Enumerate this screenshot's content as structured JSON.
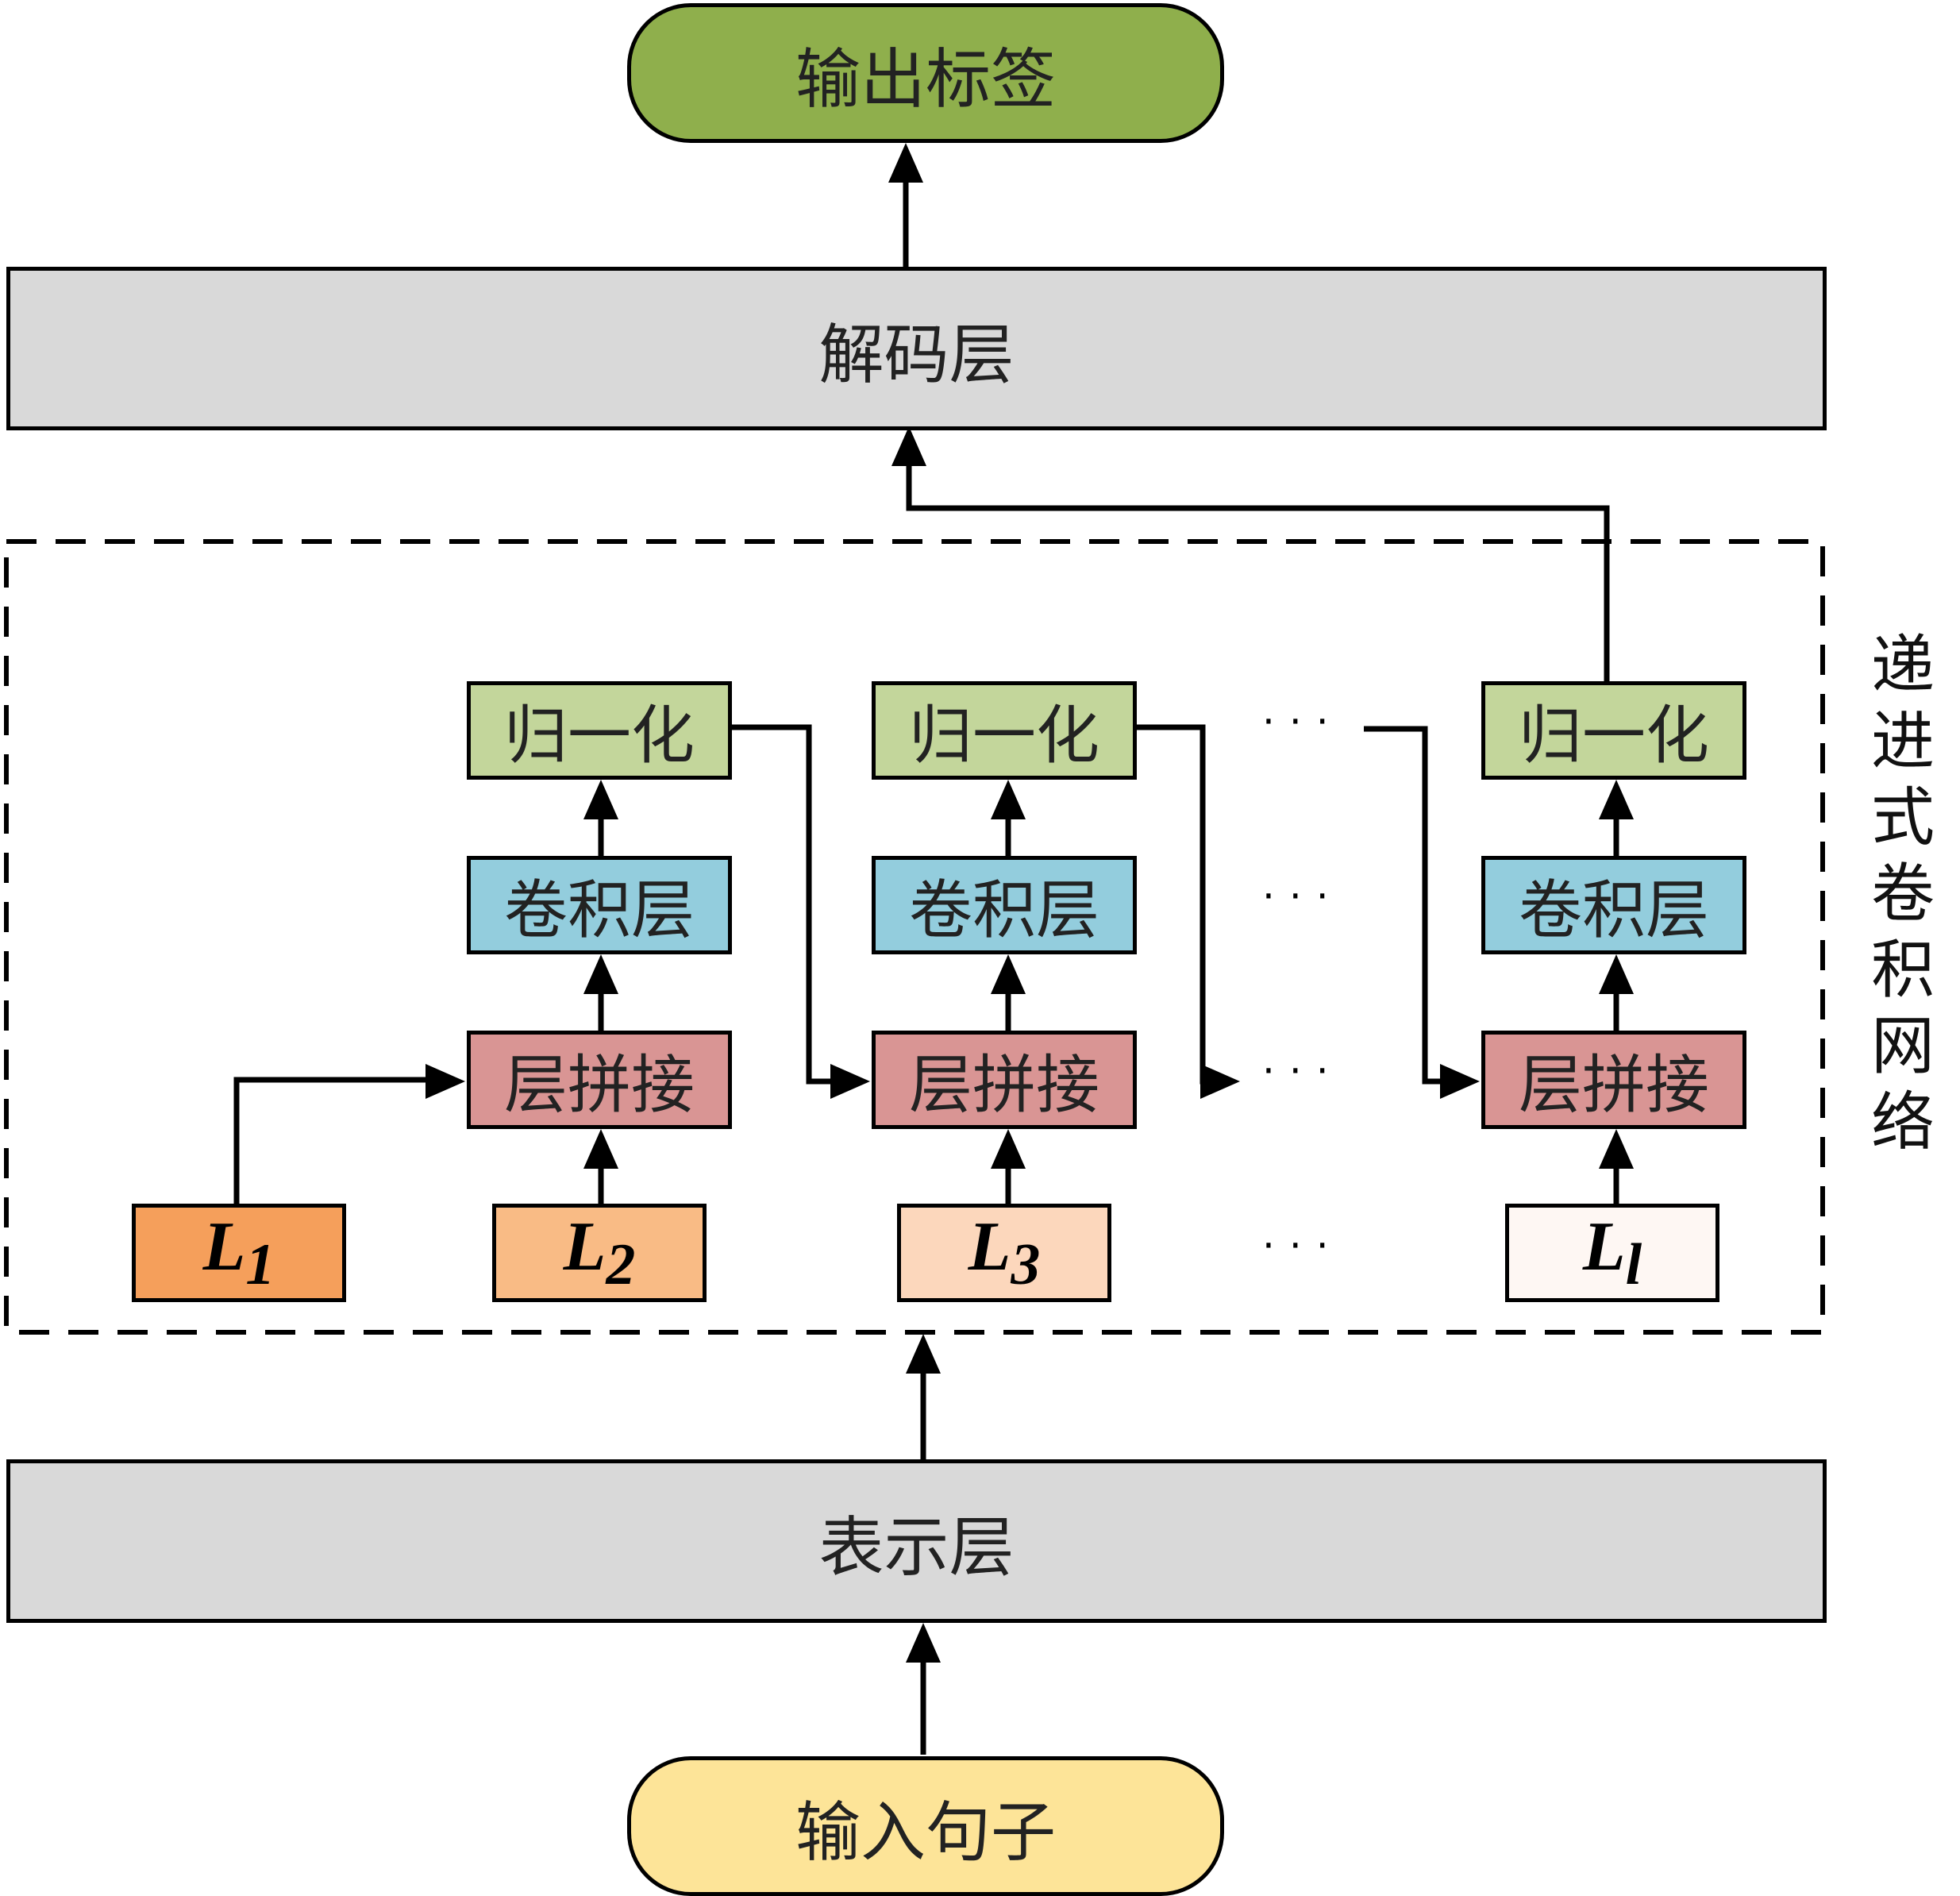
{
  "top": {
    "output_label": "输出标签"
  },
  "decoder": {
    "label": "解码层"
  },
  "representation": {
    "label": "表示层"
  },
  "bottom": {
    "input_label": "输入句子"
  },
  "network": {
    "label_chars": [
      "递",
      "进",
      "式",
      "卷",
      "积",
      "网",
      "络"
    ],
    "columns": [
      {
        "norm": "归一化",
        "conv": "卷积层",
        "concat": "层拼接",
        "level": "L",
        "level_sub": "2"
      },
      {
        "norm": "归一化",
        "conv": "卷积层",
        "concat": "层拼接",
        "level": "L",
        "level_sub": "3"
      },
      {
        "norm": "归一化",
        "conv": "卷积层",
        "concat": "层拼接",
        "level": "L",
        "level_sub": "l"
      }
    ],
    "first_level": {
      "level": "L",
      "level_sub": "1"
    },
    "ellipsis": "···"
  },
  "colors": {
    "output": "#8faf4c",
    "input": "#fde498",
    "layer_gray": "#d9d9d9",
    "norm": "#c3d69b",
    "conv": "#93cddd",
    "concat": "#d99594",
    "L1": "#f59f5b",
    "L2": "#f9bb85",
    "L3": "#fcd7bc",
    "Ll": "#fef7f3"
  }
}
